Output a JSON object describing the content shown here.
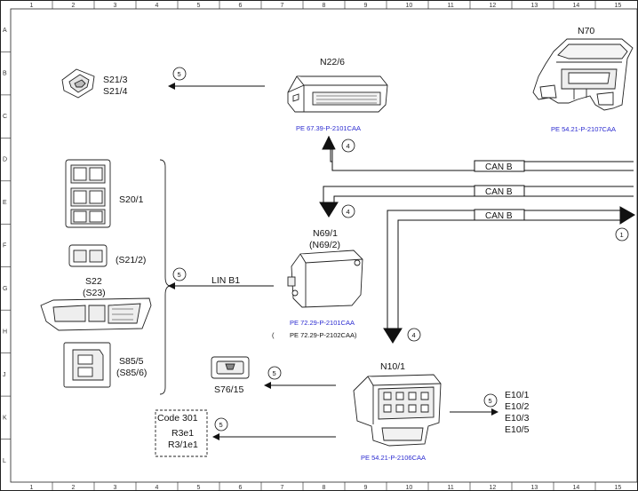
{
  "ruler": {
    "columns": [
      "1",
      "2",
      "3",
      "4",
      "5",
      "6",
      "7",
      "8",
      "9",
      "10",
      "11",
      "12",
      "13",
      "14",
      "15"
    ],
    "rows": [
      "A",
      "B",
      "C",
      "D",
      "E",
      "F",
      "G",
      "H",
      "J",
      "K",
      "L"
    ]
  },
  "components": {
    "n70": {
      "label": "N70",
      "ref": "PE 54.21-P-2107CAA"
    },
    "n22_6": {
      "label": "N22/6",
      "ref": "PE 67.39-P-2101CAA"
    },
    "s21_3": {
      "line1": "S21/3",
      "line2": "S21/4"
    },
    "s20_1": {
      "label": "S20/1"
    },
    "s21_2": {
      "label": "(S21/2)"
    },
    "s22": {
      "line1": "S22",
      "line2": "(S23)"
    },
    "s85_5": {
      "line1": "S85/5",
      "line2": "(S85/6)"
    },
    "n69_1": {
      "line1": "N69/1",
      "line2": "(N69/2)",
      "ref1": "PE 72.29-P-2101CAA",
      "paren_open": "(",
      "ref2": "PE 72.29-P-2102CAA)"
    },
    "s76_15": {
      "label": "S76/15"
    },
    "n10_1": {
      "label": "N10/1",
      "ref": "PE 54.21-P-2106CAA"
    },
    "code301": {
      "title": "Code 301",
      "line1": "R3e1",
      "line2": "R3/1e1"
    },
    "e10": {
      "line1": "E10/1",
      "line2": "E10/2",
      "line3": "E10/3",
      "line4": "E10/5"
    }
  },
  "bus": {
    "can1": "CAN B",
    "can2": "CAN B",
    "can3": "CAN B",
    "lin": "LIN B1"
  },
  "markers": {
    "m_s21": "5",
    "m_n22": "4",
    "m_n69": "4",
    "m_right": "1",
    "m_lin": "5",
    "m_n10": "4",
    "m_s76": "5",
    "m_code": "5",
    "m_e10": "5"
  }
}
